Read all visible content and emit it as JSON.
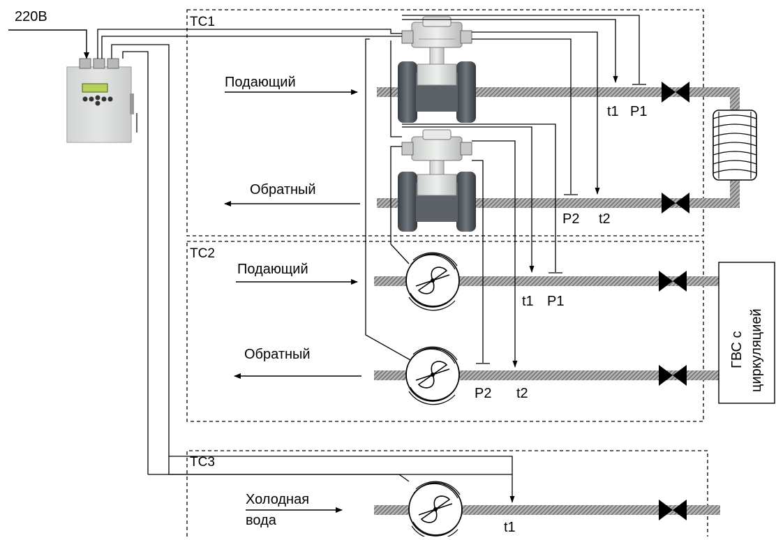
{
  "power_label": "220В",
  "sections": {
    "tc1": {
      "title": "ТС1",
      "supply_label": "Подающий",
      "return_label": "Обратный",
      "t1": "t1",
      "p1": "P1",
      "t2": "t2",
      "p2": "P2"
    },
    "tc2": {
      "title": "ТС2",
      "supply_label": "Подающий",
      "return_label": "Обратный",
      "t1": "t1",
      "p1": "P1",
      "t2": "t2",
      "p2": "P2"
    },
    "tc3": {
      "title": "ТС3",
      "cold_water_line1": "Холодная",
      "cold_water_line2": "вода",
      "t1": "t1"
    }
  },
  "dhw_box": {
    "line1": "ГВС с",
    "line2": "циркуляцией"
  },
  "colors": {
    "pipe": "#9a9a9a",
    "pipe_dark": "#6f6f6f",
    "line": "#000000",
    "device": "#d9dcd9"
  },
  "icons": [
    "heat-calculator-icon",
    "electromagnetic-flowmeter-icon",
    "vane-flowmeter-icon",
    "valve-icon",
    "radiator-icon"
  ]
}
